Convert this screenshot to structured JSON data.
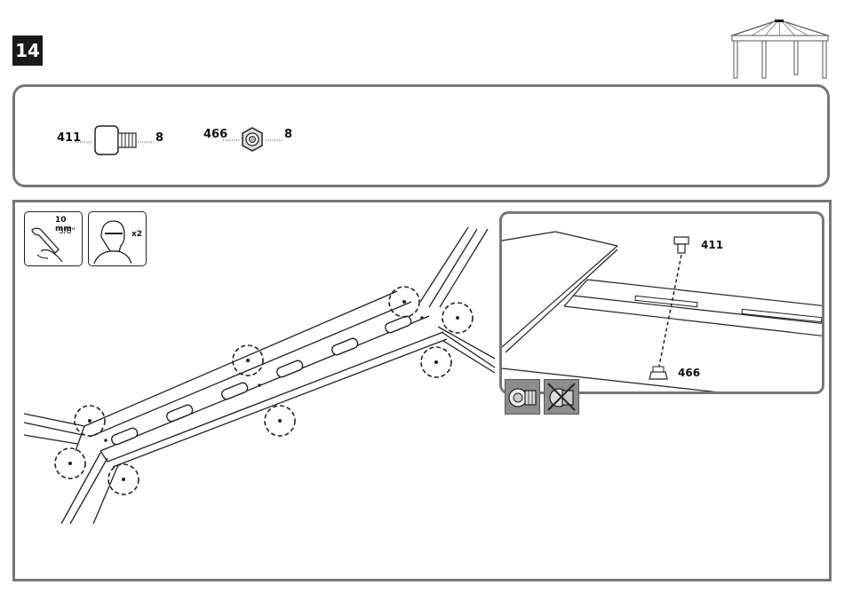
{
  "step": {
    "number": "14"
  },
  "parts": [
    {
      "id": "411",
      "qty": "8",
      "icon": "bolt-icon"
    },
    {
      "id": "466",
      "qty": "8",
      "icon": "hex-nut-icon"
    }
  ],
  "tools": {
    "wrench_size_mm": "10 mm",
    "wrench_size_in": "3/8\"",
    "people_count": "x2"
  },
  "detail": {
    "bolt_label": "411",
    "nut_label": "466"
  },
  "icons": {
    "correct": "bolt-with-nut-icon",
    "incorrect": "crossed-out-nut-icon"
  }
}
